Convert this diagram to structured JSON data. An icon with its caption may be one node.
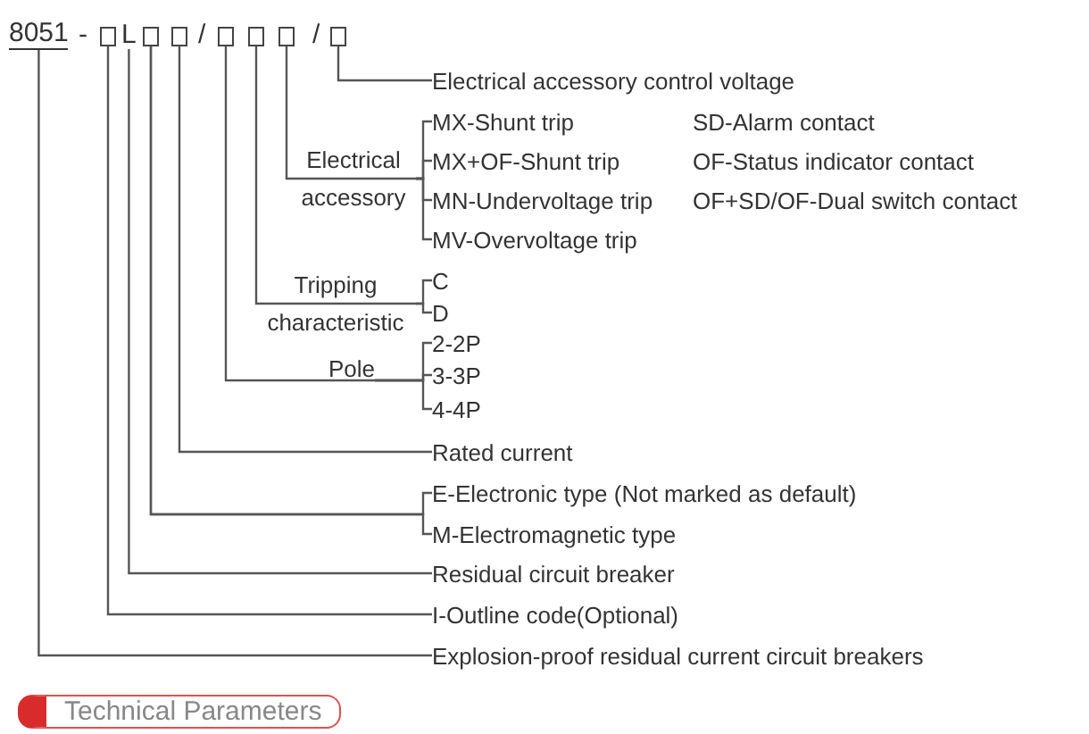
{
  "diagram": {
    "nodes": [
      {
        "text": [
          "8051"
        ]
      },
      {
        "text": [],
        "shape": "box"
      },
      {
        "text": [
          "L"
        ]
      },
      {
        "text": [],
        "shape": "box"
      },
      {
        "text": [],
        "shape": "box"
      },
      {
        "text": [],
        "shape": "box"
      },
      {
        "text": [],
        "shape": "box"
      },
      {
        "text": [],
        "shape": "box"
      },
      {
        "text": [],
        "shape": "box"
      },
      {
        "text": [
          "Electrical accessory control voltage"
        ]
      },
      {
        "text": [
          "Electrical accessory"
        ]
      },
      {
        "text": [
          "MX-Shunt trip"
        ]
      },
      {
        "text": [
          "MX+OF-Shunt trip"
        ]
      },
      {
        "text": [
          "MN-Undervoltage trip"
        ]
      },
      {
        "text": [
          "MV-Overvoltage trip"
        ]
      },
      {
        "text": [
          "Tripping characteristic"
        ]
      },
      {
        "text": [
          "C"
        ]
      },
      {
        "text": [
          "D"
        ]
      },
      {
        "text": [
          "Pole"
        ]
      },
      {
        "text": [
          "2-2P"
        ]
      },
      {
        "text": [
          "3-3P"
        ]
      },
      {
        "text": [
          "4-4P"
        ]
      },
      {
        "text": [
          "Rated current"
        ]
      },
      {
        "text": [
          "E-Electronic type (Not marked as default)"
        ]
      },
      {
        "text": [
          "M-Electromagnetic type"
        ]
      },
      {
        "text": [
          "Residual circuit breaker"
        ]
      },
      {
        "text": [
          "I-Outline code(Optional)"
        ]
      },
      {
        "text": [
          "Explosion-proof residual current circuit breakers"
        ]
      }
    ],
    "edges": [
      {
        "from": 9,
        "to": 8,
        "arrow": "none"
      },
      {
        "from": 10,
        "to": 7,
        "arrow": "none"
      },
      {
        "from": 10,
        "to": 11,
        "arrow": "none"
      },
      {
        "from": 10,
        "to": 12,
        "arrow": "none"
      },
      {
        "from": 10,
        "to": 13,
        "arrow": "none"
      },
      {
        "from": 10,
        "to": 14,
        "arrow": "none"
      },
      {
        "from": 15,
        "to": 6,
        "arrow": "none"
      },
      {
        "from": 15,
        "to": 16,
        "arrow": "none"
      },
      {
        "from": 15,
        "to": 17,
        "arrow": "none"
      },
      {
        "from": 18,
        "to": 5,
        "arrow": "none"
      },
      {
        "from": 18,
        "to": 19,
        "arrow": "none"
      },
      {
        "from": 18,
        "to": 20,
        "arrow": "none"
      },
      {
        "from": 18,
        "to": 21,
        "arrow": "none"
      },
      {
        "from": 22,
        "to": 4,
        "arrow": "none"
      },
      {
        "from": 23,
        "to": 3,
        "arrow": "none"
      },
      {
        "from": 24,
        "to": 3,
        "arrow": "none"
      },
      {
        "from": 25,
        "to": 2,
        "arrow": "none"
      },
      {
        "from": 26,
        "to": 1,
        "arrow": "none"
      },
      {
        "from": 27,
        "to": 0,
        "arrow": "none"
      }
    ],
    "labels": [
      "-",
      "/",
      "/",
      "SD-Alarm contact",
      "OF-Status indicator contact",
      "OF+SD/OF-Dual switch contact",
      "Technical Parameters"
    ]
  }
}
